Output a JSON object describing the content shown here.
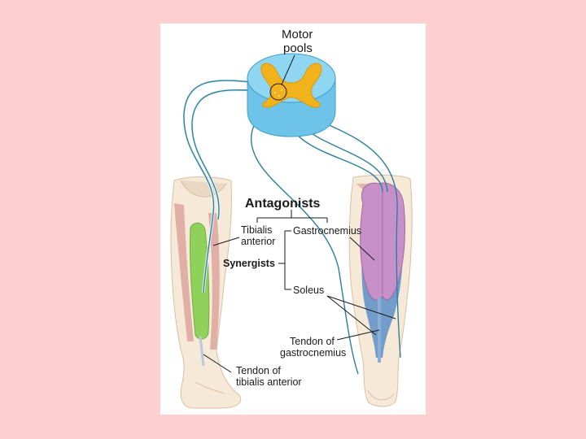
{
  "colors": {
    "background": "#fdcfcf",
    "panel": "#ffffff",
    "spinal_cord": "#8fd6f2",
    "gray_matter": "#f2b21c",
    "nerve": "#2f7f9a",
    "tibialis_muscle": "#8fd15a",
    "gastrocnemius_muscle": "#c890c8",
    "soleus": "#5a8ec8",
    "skin": "#f6e9d8"
  },
  "labels": {
    "motor_pools": [
      "Motor",
      "pools"
    ],
    "antagonists": "Antagonists",
    "tibialis_anterior": [
      "Tibialis",
      "anterior"
    ],
    "gastrocnemius": "Gastrocnemius",
    "synergists": "Synergists",
    "soleus": "Soleus",
    "tendon_gastrocnemius": [
      "Tendon of",
      "gastrocnemius"
    ],
    "tendon_tibialis": [
      "Tendon of",
      "tibialis anterior"
    ]
  }
}
